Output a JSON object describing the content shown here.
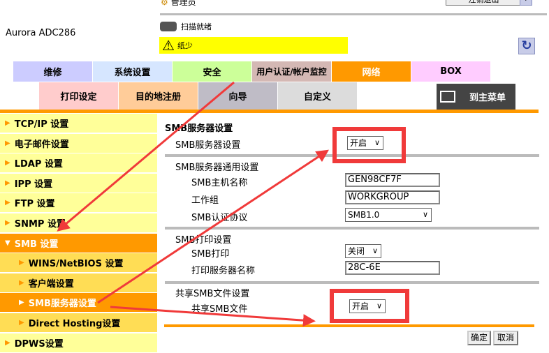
{
  "header": {
    "user_label": "管理员",
    "logout_label": "注销退出",
    "help_label": "?",
    "model": "Aurora ADC286",
    "scan_status": "扫描就绪",
    "warning_status": "纸少",
    "refresh_icon": "refresh-icon"
  },
  "tabs_main": [
    {
      "label": "维修",
      "color": "#ccccff"
    },
    {
      "label": "系统设置",
      "color": "#d6e6ff"
    },
    {
      "label": "安全",
      "color": "#ccff99"
    },
    {
      "label": "用户认证/帐户监控",
      "color": "#d4b8b4"
    },
    {
      "label": "网络",
      "color": "#ff9900",
      "active": true
    },
    {
      "label": "BOX",
      "color": "#ffccff"
    }
  ],
  "tabs_sub": [
    {
      "label": "打印设定",
      "color": "#ffcccc"
    },
    {
      "label": "目的地注册",
      "color": "#ffcc99"
    },
    {
      "label": "向导",
      "color": "#bfbcc6"
    },
    {
      "label": "自定义",
      "color": "#dcdcdc"
    }
  ],
  "main_menu_label": "到主菜单",
  "sidebar": [
    {
      "label": "TCP/IP 设置"
    },
    {
      "label": "电子邮件设置"
    },
    {
      "label": "LDAP 设置"
    },
    {
      "label": "IPP 设置"
    },
    {
      "label": "FTP 设置"
    },
    {
      "label": "SNMP 设置"
    },
    {
      "label": "SMB 设置",
      "expanded": true
    },
    {
      "label": "WINS/NetBIOS 设置",
      "sub": true
    },
    {
      "label": "客户端设置",
      "sub": true
    },
    {
      "label": "SMB服务器设置",
      "sub": true,
      "active": true
    },
    {
      "label": "Direct Hosting设置",
      "sub": true
    },
    {
      "label": "DPWS设置"
    }
  ],
  "content": {
    "title": "SMB服务器设置",
    "server_setting_label": "SMB服务器设置",
    "server_setting_value": "开启",
    "general_label": "SMB服务器通用设置",
    "hostname_label": "SMB主机名称",
    "hostname_value": "GEN98CF7F",
    "workgroup_label": "工作组",
    "workgroup_value": "WORKGROUP",
    "auth_label": "SMB认证协议",
    "auth_value": "SMB1.0",
    "print_section_label": "SMB打印设置",
    "print_label": "SMB打印",
    "print_value": "关闭",
    "print_server_label": "打印服务器名称",
    "print_server_value": "28C-6E",
    "share_section_label": "共享SMB文件设置",
    "share_label": "共享SMB文件",
    "share_value": "开启",
    "ok_label": "确定",
    "cancel_label": "取消"
  },
  "annotation_color": "#f03a3a"
}
